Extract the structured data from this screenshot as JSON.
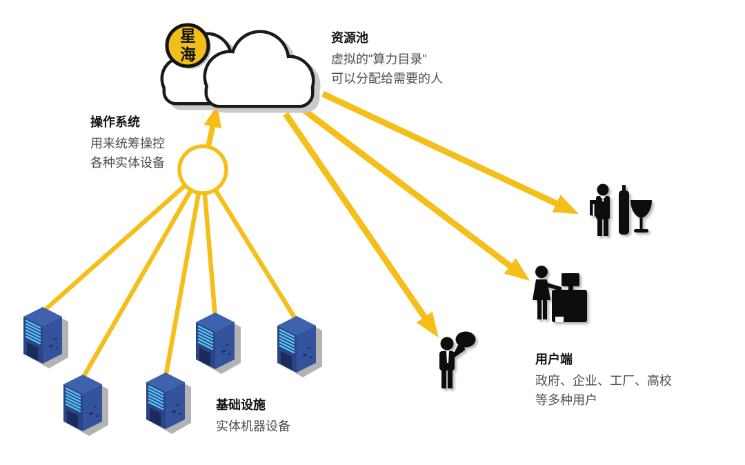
{
  "badge": {
    "text": "星海"
  },
  "labels": {
    "resource_pool": {
      "title": "资源池",
      "lines": [
        "虚拟的\"算力目录\"",
        "可以分配给需要的人"
      ]
    },
    "operating_system": {
      "title": "操作系统",
      "lines": [
        "用来统筹操控",
        "各种实体设备"
      ]
    },
    "infrastructure": {
      "title": "基础设施",
      "lines": [
        "实体机器设备"
      ]
    },
    "client": {
      "title": "用户端",
      "lines": [
        "政府、企业、工厂、高校",
        "等多种用户"
      ]
    }
  },
  "icons": {
    "cloud": "cloud-icon",
    "logo_badge": "xinghai-logo-badge",
    "os_node": "os-node-circle",
    "server": "server-icon",
    "server_count": 5,
    "users": [
      "waiter-with-wine-icon",
      "office-worker-desk-icon",
      "businessman-speech-icon"
    ]
  },
  "colors": {
    "background": "#ffffff",
    "accent_yellow": "#F5BE18",
    "badge_yellow": "#F2BE1A",
    "outline_black": "#1a1a1a",
    "title_text": "#111111",
    "body_text_gray": "#4d4d4d",
    "server_top_blue": "#3E62AE",
    "server_left_navy": "#2A4485",
    "server_right_blue": "#34539D",
    "server_stripe_cyan": "#56C4F4",
    "server_door_navy": "#1B2C5C",
    "shadow_gray": "#c9c9c9",
    "icon_black": "#0d0d0d"
  }
}
